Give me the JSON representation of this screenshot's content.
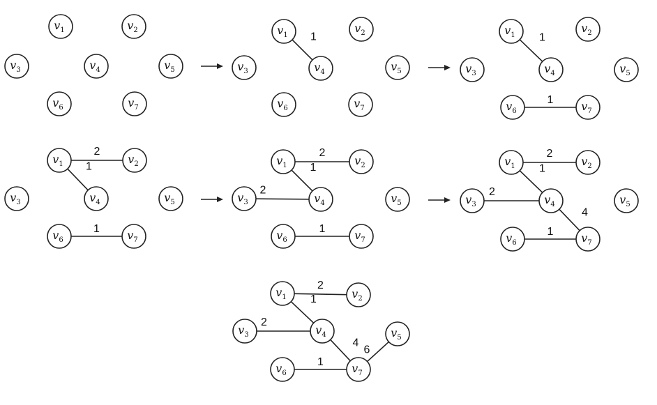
{
  "nodes": [
    {
      "id": "v1",
      "letter": "v",
      "sub": "1"
    },
    {
      "id": "v2",
      "letter": "v",
      "sub": "2"
    },
    {
      "id": "v3",
      "letter": "v",
      "sub": "3"
    },
    {
      "id": "v4",
      "letter": "v",
      "sub": "4"
    },
    {
      "id": "v5",
      "letter": "v",
      "sub": "5"
    },
    {
      "id": "v6",
      "letter": "v",
      "sub": "6"
    },
    {
      "id": "v7",
      "letter": "v",
      "sub": "7"
    }
  ],
  "steps": [
    {
      "edges": []
    },
    {
      "edges": [
        {
          "from": "v1",
          "to": "v4",
          "weight": "1"
        }
      ]
    },
    {
      "edges": [
        {
          "from": "v1",
          "to": "v4",
          "weight": "1"
        },
        {
          "from": "v6",
          "to": "v7",
          "weight": "1"
        }
      ]
    },
    {
      "edges": [
        {
          "from": "v1",
          "to": "v4",
          "weight": "1"
        },
        {
          "from": "v6",
          "to": "v7",
          "weight": "1"
        },
        {
          "from": "v1",
          "to": "v2",
          "weight": "2"
        }
      ]
    },
    {
      "edges": [
        {
          "from": "v1",
          "to": "v4",
          "weight": "1"
        },
        {
          "from": "v6",
          "to": "v7",
          "weight": "1"
        },
        {
          "from": "v1",
          "to": "v2",
          "weight": "2"
        },
        {
          "from": "v3",
          "to": "v4",
          "weight": "2"
        }
      ]
    },
    {
      "edges": [
        {
          "from": "v1",
          "to": "v4",
          "weight": "1"
        },
        {
          "from": "v6",
          "to": "v7",
          "weight": "1"
        },
        {
          "from": "v1",
          "to": "v2",
          "weight": "2"
        },
        {
          "from": "v3",
          "to": "v4",
          "weight": "2"
        },
        {
          "from": "v4",
          "to": "v7",
          "weight": "4"
        }
      ]
    },
    {
      "edges": [
        {
          "from": "v1",
          "to": "v4",
          "weight": "1"
        },
        {
          "from": "v6",
          "to": "v7",
          "weight": "1"
        },
        {
          "from": "v1",
          "to": "v2",
          "weight": "2"
        },
        {
          "from": "v3",
          "to": "v4",
          "weight": "2"
        },
        {
          "from": "v4",
          "to": "v7",
          "weight": "4"
        },
        {
          "from": "v5",
          "to": "v7",
          "weight": "6"
        }
      ]
    }
  ]
}
